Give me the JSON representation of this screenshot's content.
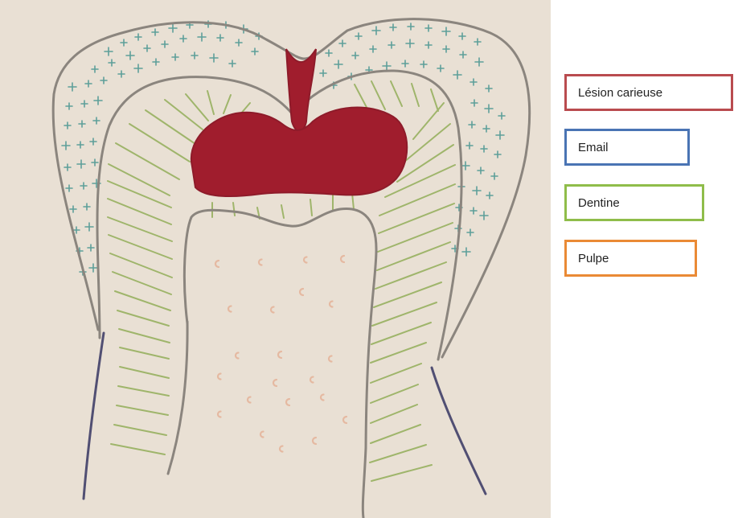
{
  "diagram": {
    "colors": {
      "paper": "#e9e0d4",
      "outline": "#8b857e",
      "enamel_cross": "#5e9f9a",
      "dentin_line": "#9fb56b",
      "pulp_dot": "#e5b9a1",
      "lesion": "#a01d2d",
      "root_line": "#514f73"
    }
  },
  "legend": {
    "items": [
      {
        "label": "Lésion carieuse",
        "color": "#b94b4f"
      },
      {
        "label": "Email",
        "color": "#4a74b4"
      },
      {
        "label": "Dentine",
        "color": "#8fbd4a"
      },
      {
        "label": "Pulpe",
        "color": "#ea8a35"
      }
    ]
  }
}
